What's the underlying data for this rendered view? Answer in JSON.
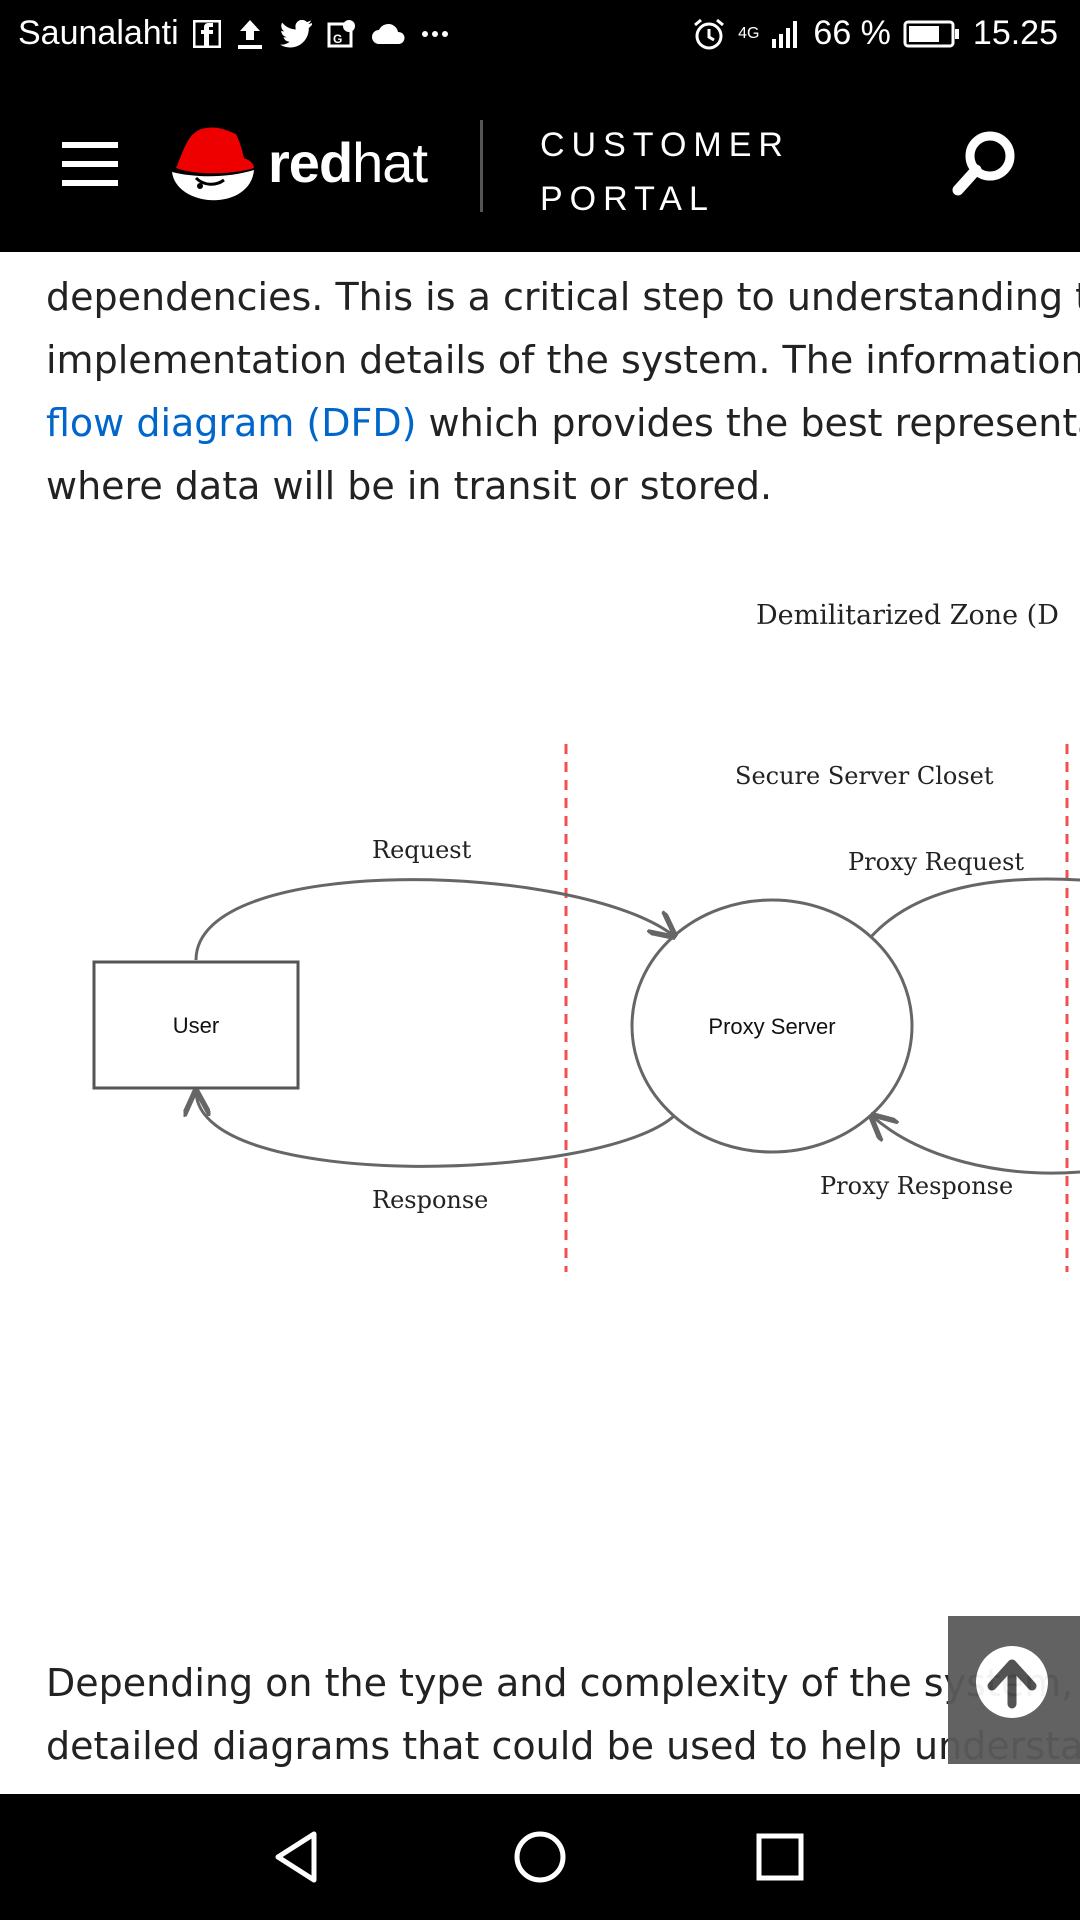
{
  "status_bar": {
    "carrier": "Saunalahti",
    "network": "4G",
    "battery": "66 %",
    "time": "15.25",
    "icons": [
      "facebook-icon",
      "upload-icon",
      "twitter-icon",
      "maps-icon",
      "cloud-icon",
      "more-icon"
    ]
  },
  "header": {
    "brand_bold": "red",
    "brand_light": "hat",
    "portal_line1": "CUSTOMER",
    "portal_line2": "PORTAL",
    "colors": {
      "background": "#000000",
      "logo_red": "#ee0000"
    }
  },
  "article": {
    "para1_line1": "dependencies. This is a critical step to understanding the",
    "para1_line2": "implementation details of the system. The information fr",
    "para1_link": "flow diagram (DFD)",
    "para1_line3_rest": " which provides the best representat",
    "para1_line4": "where data will be in transit or stored.",
    "para2_line1": "Depending on the type and complexity of the system, th",
    "para2_line2": "detailed diagrams that could be used to help understand",
    "link_color": "#0066cc"
  },
  "diagram": {
    "zone_label": "Demilitarized Zone (D",
    "closet_label": "Secure Server Closet",
    "user_label": "User",
    "proxy_label": "Proxy Server",
    "request_label": "Request",
    "response_label": "Response",
    "proxy_request_label": "Proxy Request",
    "proxy_response_label": "Proxy Response",
    "boundary_color": "#f05050"
  }
}
